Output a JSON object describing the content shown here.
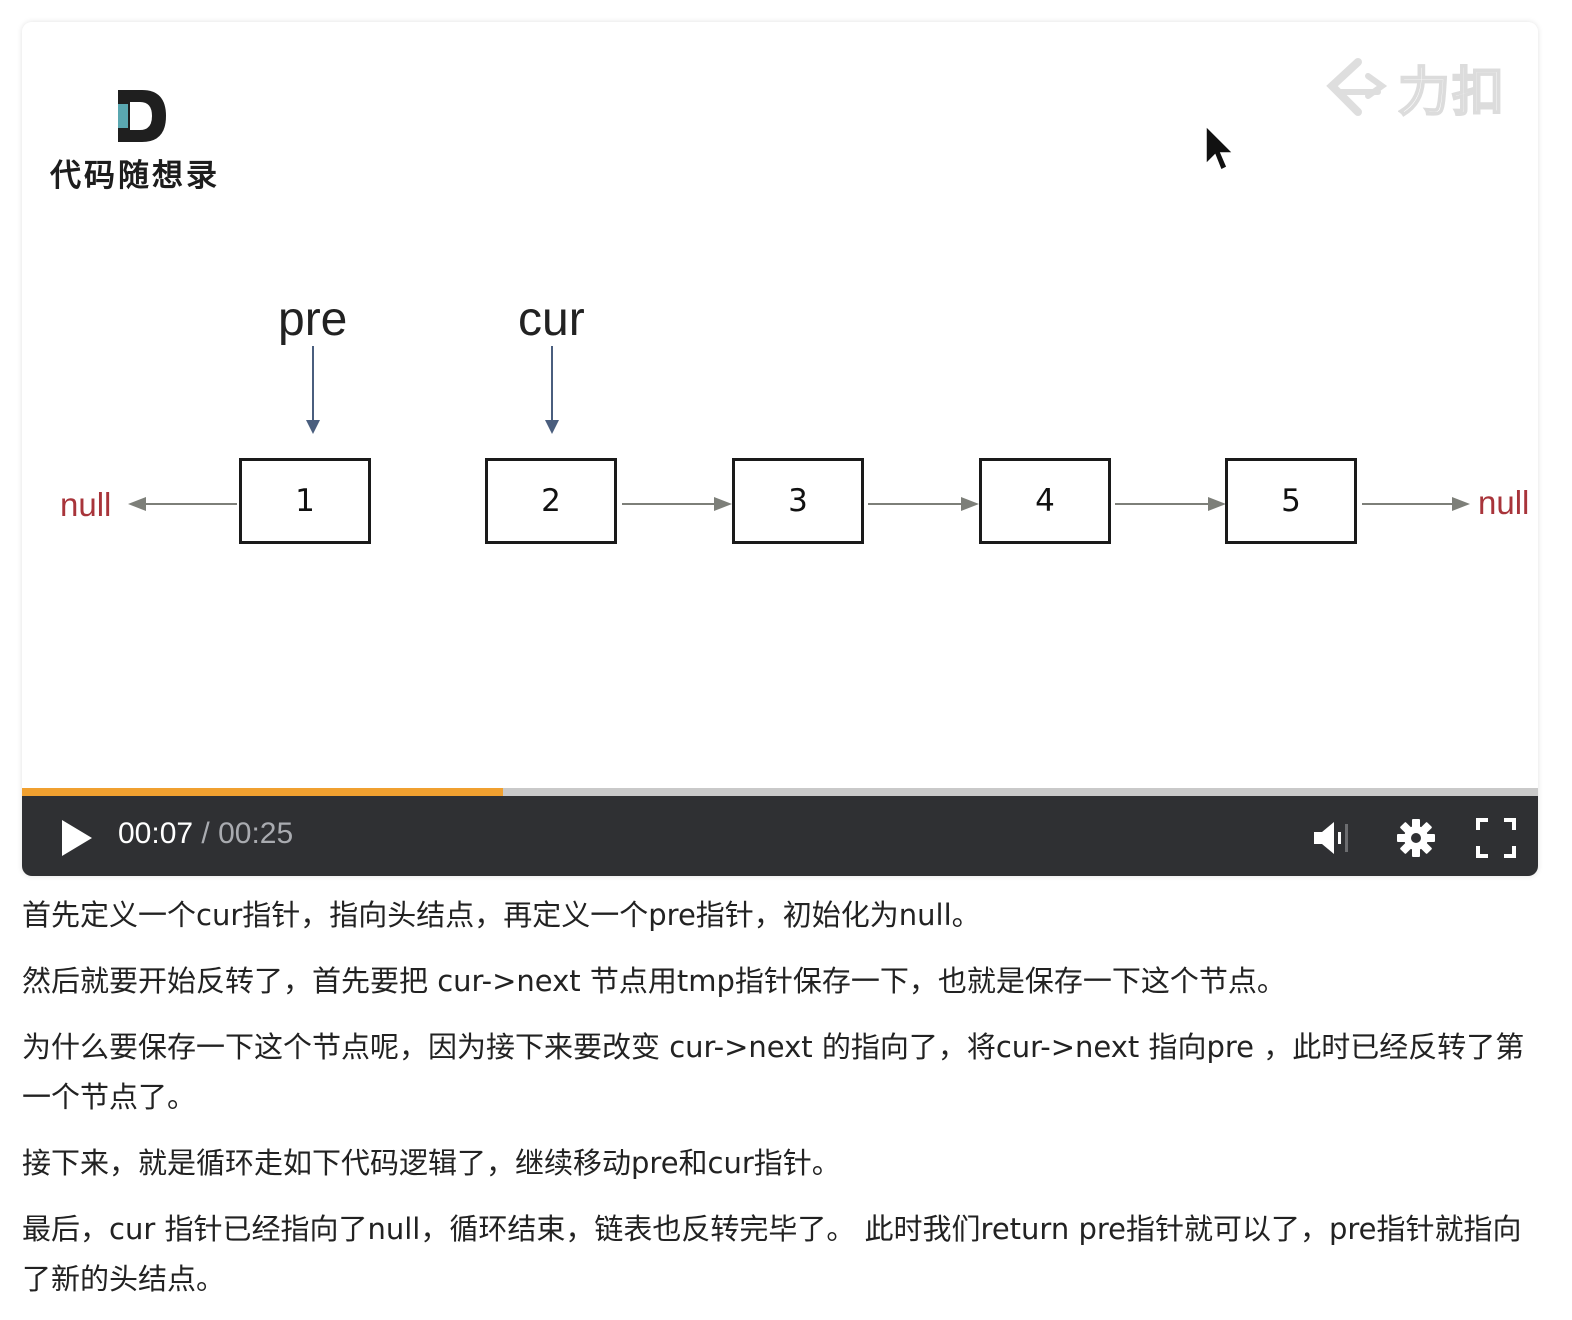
{
  "video": {
    "logo_text": "代码随想录",
    "watermark_text": "力扣",
    "diagram": {
      "pointers": [
        "pre",
        "cur"
      ],
      "nodes": [
        "1",
        "2",
        "3",
        "4",
        "5"
      ],
      "null_left": "null",
      "null_right": "null"
    },
    "progress": {
      "played_fraction": 0.317
    },
    "controls": {
      "current_time": "00:07",
      "separator": " / ",
      "duration": "00:25"
    },
    "colors": {
      "progress": "#f0a030",
      "null_text": "#a8343a",
      "control_bar": "#2f3033",
      "arrow": "#7d7f79",
      "pointer_arrow": "#4a5e7e"
    }
  },
  "paragraphs": [
    "首先定义一个cur指针，指向头结点，再定义一个pre指针，初始化为null。",
    "然后就要开始反转了，首先要把 cur->next 节点用tmp指针保存一下，也就是保存一下这个节点。",
    "为什么要保存一下这个节点呢，因为接下来要改变 cur->next 的指向了，将cur->next 指向pre ，此时已经反转了第一个节点了。",
    "接下来，就是循环走如下代码逻辑了，继续移动pre和cur指针。",
    "最后，cur 指针已经指向了null，循环结束，链表也反转完毕了。 此时我们return pre指针就可以了，pre指针就指向了新的头结点。"
  ]
}
